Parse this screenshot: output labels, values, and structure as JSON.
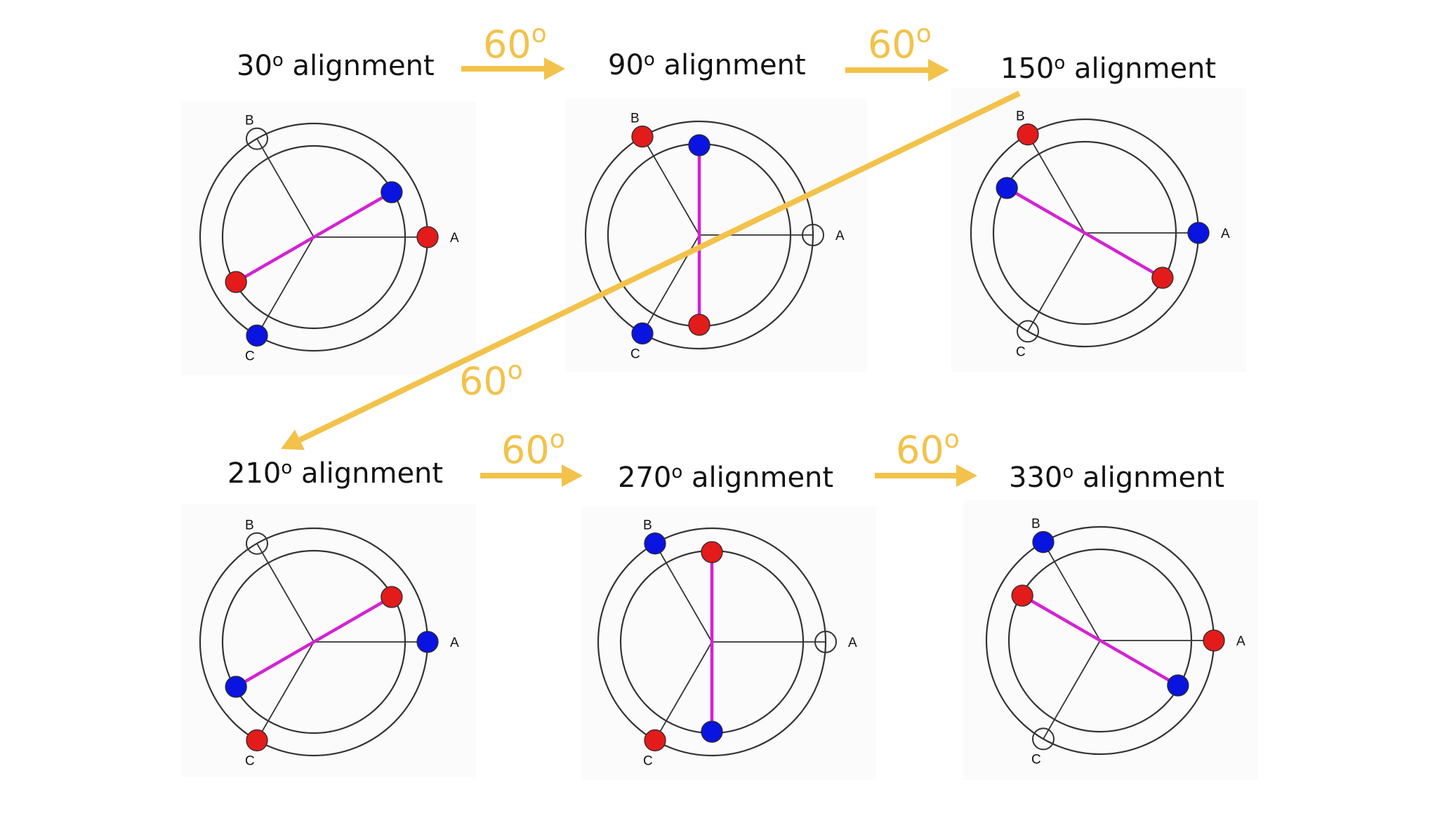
{
  "colors": {
    "red": "#e31b1b",
    "blue": "#0a14e0",
    "rotor": "#d323d3",
    "arrow": "#f2c24a"
  },
  "degree_symbol": "o",
  "step_label": "60",
  "panels": [
    {
      "title_num": "30",
      "title_rest": " alignment",
      "labels": [
        "A",
        "B",
        "C"
      ],
      "stator": {
        "A": "red",
        "B": "empty",
        "C": "blue"
      },
      "rotor_angle_deg": 30
    },
    {
      "title_num": "90",
      "title_rest": " alignment",
      "labels": [
        "A",
        "B",
        "C"
      ],
      "stator": {
        "A": "empty",
        "B": "red",
        "C": "blue"
      },
      "rotor_angle_deg": 90
    },
    {
      "title_num": "150",
      "title_rest": " alignment",
      "labels": [
        "A",
        "B",
        "C"
      ],
      "stator": {
        "A": "blue",
        "B": "red",
        "C": "empty"
      },
      "rotor_angle_deg": 150
    },
    {
      "title_num": "210",
      "title_rest": " alignment",
      "labels": [
        "A",
        "B",
        "C"
      ],
      "stator": {
        "A": "blue",
        "B": "empty",
        "C": "red"
      },
      "rotor_angle_deg": 210
    },
    {
      "title_num": "270",
      "title_rest": " alignment",
      "labels": [
        "A",
        "B",
        "C"
      ],
      "stator": {
        "A": "empty",
        "B": "blue",
        "C": "red"
      },
      "rotor_angle_deg": 270
    },
    {
      "title_num": "330",
      "title_rest": " alignment",
      "labels": [
        "A",
        "B",
        "C"
      ],
      "stator": {
        "A": "red",
        "B": "blue",
        "C": "empty"
      },
      "rotor_angle_deg": 330
    }
  ]
}
